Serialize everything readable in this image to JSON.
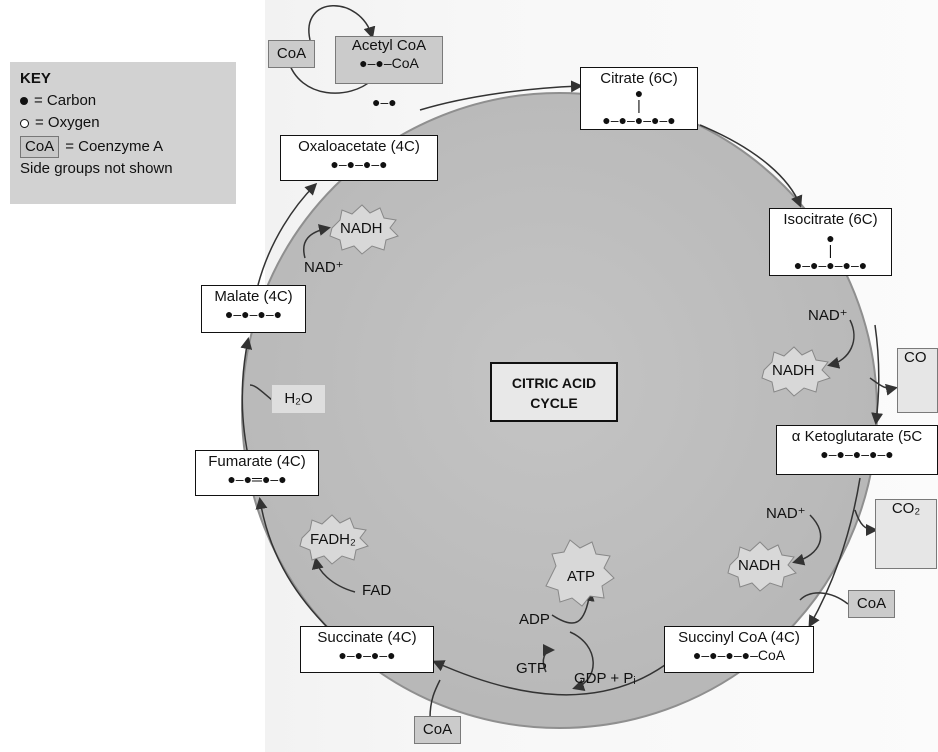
{
  "key": {
    "title": "KEY",
    "carbon": "= Carbon",
    "oxygen": "= Oxygen",
    "coa_tag": "CoA",
    "coenzyme": "= Coenzyme A",
    "note": "Side groups not shown"
  },
  "center_label": {
    "line1": "CITRIC ACID",
    "line2": "CYCLE"
  },
  "molecules": {
    "acetyl_coa": {
      "name": "Acetyl CoA",
      "chain": "●–●–CoA"
    },
    "citrate": {
      "name": "Citrate (6C)",
      "chain": "●–●–●–●–●"
    },
    "isocitrate": {
      "name": "Isocitrate (6C)",
      "chain": "●–●–●–●–●"
    },
    "a_ketoglutarate": {
      "name": "α Ketoglutarate (5C",
      "chain": "●–●–●–●–●"
    },
    "succinyl_coa": {
      "name": "Succinyl CoA (4C)",
      "chain": "●–●–●–●–CoA"
    },
    "succinate": {
      "name": "Succinate (4C)",
      "chain": "●–●–●–●"
    },
    "fumarate": {
      "name": "Fumarate (4C)",
      "chain": "●–●═●–●"
    },
    "malate": {
      "name": "Malate (4C)",
      "chain": "●–●–●–●"
    },
    "oxaloacetate": {
      "name": "Oxaloacetate (4C)",
      "chain": "●–●–●–●"
    }
  },
  "coa_boxes": {
    "top": "CoA",
    "right": "CoA",
    "bottom": "CoA"
  },
  "co2": {
    "top": "CO",
    "lower": "CO₂"
  },
  "labels": {
    "acetyl_fragment": "●–●",
    "nad_oxaloacetate": "NAD⁺",
    "nad_isocitrate": "NAD⁺",
    "nad_ketoglutarate": "NAD⁺",
    "water": "H₂O",
    "fad": "FAD",
    "adp": "ADP",
    "gtp": "GTP",
    "gdp": "GDP + Pᵢ"
  },
  "bursts": {
    "nadh_top": "NADH",
    "nadh_right": "NADH",
    "nadh_lower": "NADH",
    "fadh2": "FADH₂",
    "atp": "ATP"
  }
}
